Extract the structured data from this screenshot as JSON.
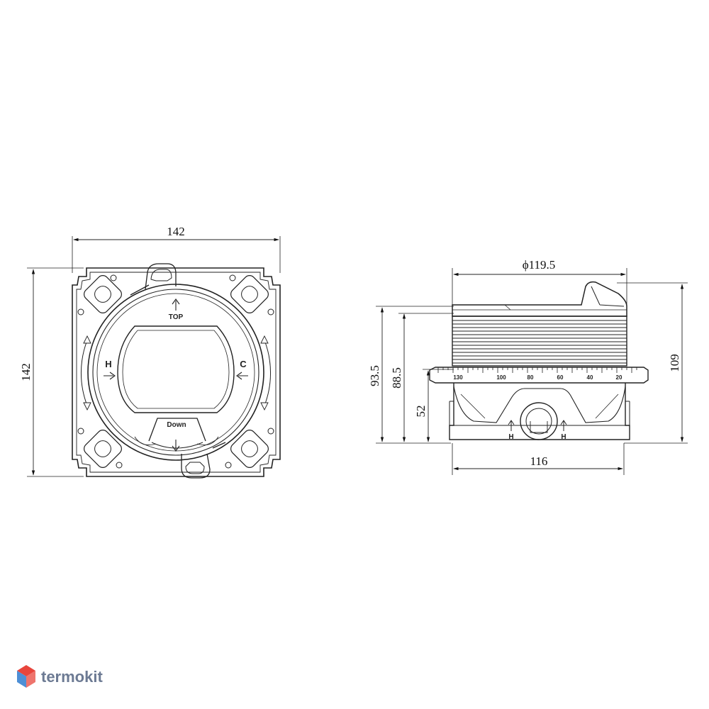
{
  "front_view": {
    "width_dim": "142",
    "height_dim": "142",
    "top_label": "TOP",
    "down_label": "Down",
    "hot_label": "H",
    "cold_label": "C"
  },
  "side_view": {
    "diameter_dim": "ϕ119.5",
    "height_total_dim": "109",
    "height_a_dim": "93.5",
    "height_b_dim": "88.5",
    "height_c_dim": "52",
    "base_width_dim": "116",
    "scale_labels": [
      "130",
      "100",
      "80",
      "60",
      "40",
      "20"
    ],
    "port_label_left": "H",
    "port_label_right": "H"
  },
  "brand": {
    "name": "termokit",
    "colors": {
      "logo_red": "#e8453c",
      "logo_blue": "#4d8fd6",
      "text": "#6c7a93"
    }
  }
}
